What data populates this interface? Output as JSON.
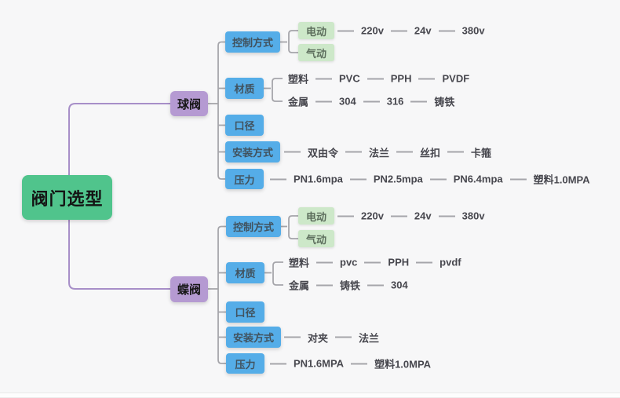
{
  "root": {
    "label": "阀门选型"
  },
  "colors": {
    "root_bg": "#50C48C",
    "branch_bg": "#B59AD2",
    "topic_bg": "#55ADE8",
    "leaf_bg": "#CDE8C9",
    "connector_gray": "#A5A5AA",
    "connector_purple": "#A78FC8"
  },
  "branches": [
    {
      "label": "球阀",
      "topics": [
        {
          "label": "控制方式",
          "children": [
            {
              "label": "电动",
              "chain": [
                "220v",
                "24v",
                "380v"
              ]
            },
            {
              "label": "气动",
              "chain": []
            }
          ]
        },
        {
          "label": "材质",
          "children": [
            {
              "label": "塑料",
              "chain": [
                "PVC",
                "PPH",
                "PVDF"
              ]
            },
            {
              "label": "金属",
              "chain": [
                "304",
                "316",
                "铸铁"
              ]
            }
          ]
        },
        {
          "label": "口径",
          "chain": []
        },
        {
          "label": "安装方式",
          "chain": [
            "双由令",
            "法兰",
            "丝扣",
            "卡箍"
          ]
        },
        {
          "label": "压力",
          "chain": [
            "PN1.6mpa",
            "PN2.5mpa",
            "PN6.4mpa",
            "塑料1.0MPA"
          ]
        }
      ]
    },
    {
      "label": "蝶阀",
      "topics": [
        {
          "label": "控制方式",
          "children": [
            {
              "label": "电动",
              "chain": [
                "220v",
                "24v",
                "380v"
              ]
            },
            {
              "label": "气动",
              "chain": []
            }
          ]
        },
        {
          "label": "材质",
          "children": [
            {
              "label": "塑料",
              "chain": [
                "pvc",
                "PPH",
                "pvdf"
              ]
            },
            {
              "label": "金属",
              "chain": [
                "铸铁",
                "304"
              ]
            }
          ]
        },
        {
          "label": "口径",
          "chain": []
        },
        {
          "label": "安装方式",
          "chain": [
            "对夹",
            "法兰"
          ]
        },
        {
          "label": "压力",
          "chain": [
            "PN1.6MPA",
            "塑料1.0MPA"
          ]
        }
      ]
    }
  ]
}
